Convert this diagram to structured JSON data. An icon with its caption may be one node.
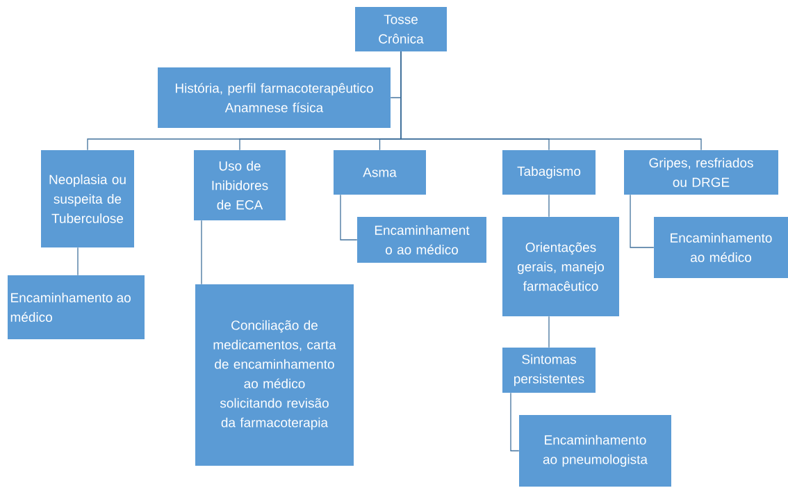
{
  "diagram": {
    "nodes": [
      {
        "text": [
          "Tosse Crônica"
        ]
      },
      {
        "text": [
          "História, perfil farmacoterapêutico Anamnese física"
        ]
      },
      {
        "text": [
          "Neoplasia ou suspeita de Tuberculose"
        ]
      },
      {
        "text": [
          "Uso de Inibidores de ECA"
        ]
      },
      {
        "text": [
          "Asma"
        ]
      },
      {
        "text": [
          "Tabagismo"
        ]
      },
      {
        "text": [
          "Gripes, resfriados ou DRGE"
        ]
      },
      {
        "text": [
          "Encaminhamento ao médico"
        ]
      },
      {
        "text": [
          "Conciliação de medicamentos, carta de encaminhamento ao médico solicitando revisão da farmacoterapia"
        ]
      },
      {
        "text": [
          "Encaminhament o ao médico"
        ]
      },
      {
        "text": [
          "Orientações gerais, manejo farmacêutico"
        ]
      },
      {
        "text": [
          "Encaminhamento ao médico"
        ]
      },
      {
        "text": [
          "Sintomas persistentes"
        ]
      },
      {
        "text": [
          "Encaminhamento ao pneumologista"
        ]
      }
    ],
    "edges": [
      {
        "from": 0,
        "to": 1,
        "arrow": "none"
      },
      {
        "from": 0,
        "to": 2,
        "arrow": "none"
      },
      {
        "from": 0,
        "to": 3,
        "arrow": "none"
      },
      {
        "from": 0,
        "to": 4,
        "arrow": "none"
      },
      {
        "from": 0,
        "to": 5,
        "arrow": "none"
      },
      {
        "from": 0,
        "to": 6,
        "arrow": "none"
      },
      {
        "from": 2,
        "to": 7,
        "arrow": "none"
      },
      {
        "from": 3,
        "to": 8,
        "arrow": "none"
      },
      {
        "from": 4,
        "to": 9,
        "arrow": "none"
      },
      {
        "from": 5,
        "to": 10,
        "arrow": "none"
      },
      {
        "from": 6,
        "to": 11,
        "arrow": "none"
      },
      {
        "from": 10,
        "to": 12,
        "arrow": "none"
      },
      {
        "from": 12,
        "to": 13,
        "arrow": "none"
      }
    ]
  }
}
